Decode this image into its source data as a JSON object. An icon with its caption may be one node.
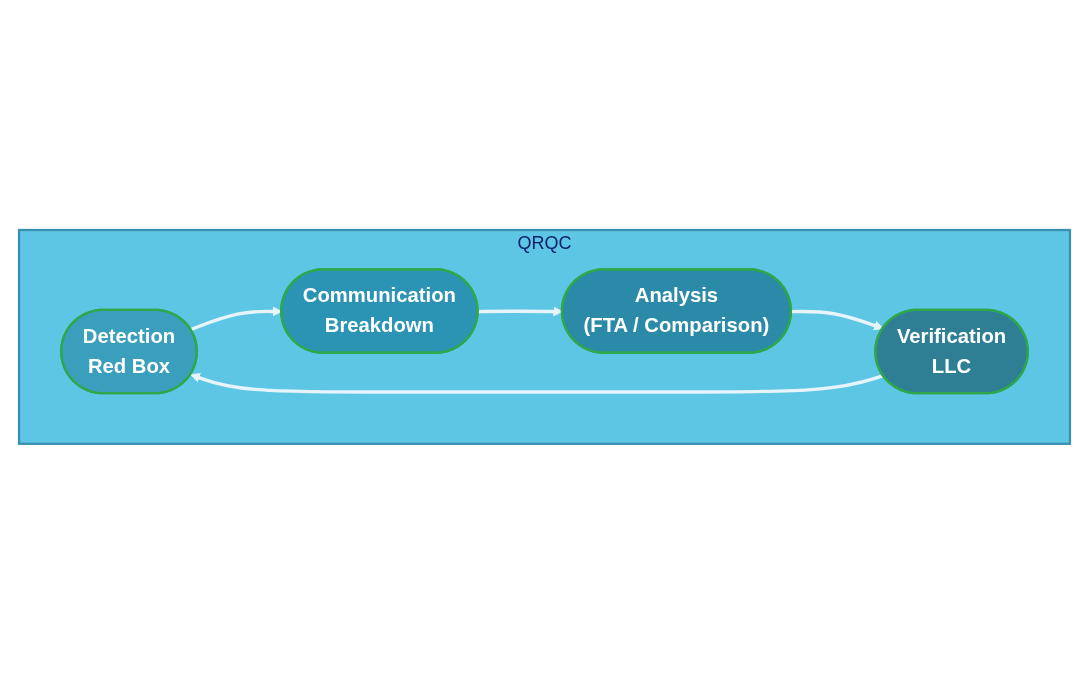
{
  "diagram": {
    "nodes": [
      {
        "text": [
          "QRQC"
        ]
      },
      {
        "text": [
          "Detection",
          "Red Box"
        ],
        "in": 0
      },
      {
        "text": [
          "Communication",
          "Breakdown"
        ],
        "in": 0
      },
      {
        "text": [
          "Analysis",
          "(FTA / Comparison)"
        ],
        "in": 0
      },
      {
        "text": [
          "Verification",
          "LLC"
        ],
        "in": 0
      }
    ],
    "edges": [
      {
        "from": 1,
        "to": 2,
        "arrow": "to"
      },
      {
        "from": 2,
        "to": 3,
        "arrow": "to"
      },
      {
        "from": 3,
        "to": 4,
        "arrow": "to"
      },
      {
        "from": 4,
        "to": 1,
        "arrow": "to"
      }
    ]
  }
}
